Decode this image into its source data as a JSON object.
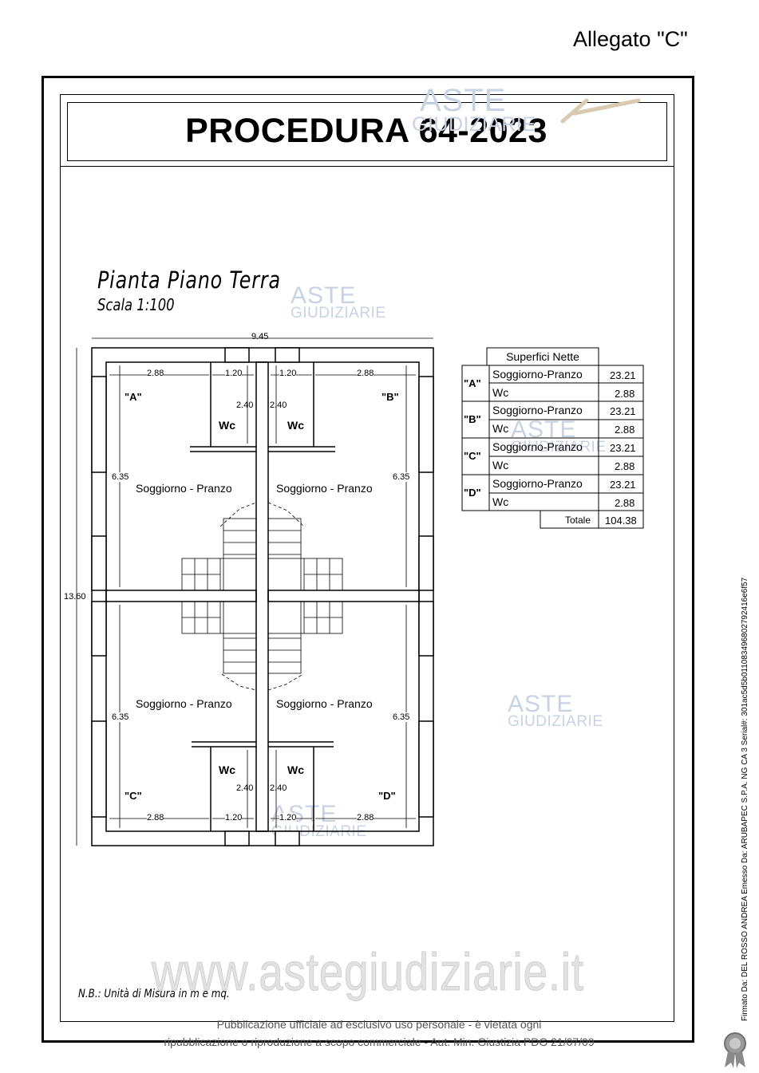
{
  "header": {
    "allegato": "Allegato \"C\""
  },
  "title": "PROCEDURA 64-2023",
  "plan": {
    "title": "Pianta Piano Terra",
    "scale": "Scala 1:100",
    "dim_total_width": "9.45",
    "dim_total_height": "13.60",
    "dim_room_width": "2.88",
    "dim_wc_width": "1.20",
    "dim_wc_depth": "2.40",
    "dim_room_height": "6.35",
    "room_label": "Soggiorno - Pranzo",
    "wc_label": "Wc",
    "unit_a": "\"A\"",
    "unit_b": "\"B\"",
    "unit_c": "\"C\"",
    "unit_d": "\"D\""
  },
  "table": {
    "header": "Superfici Nette",
    "units": [
      {
        "unit": "\"A\"",
        "rows": [
          {
            "name": "Soggiorno-Pranzo",
            "value": "23.21"
          },
          {
            "name": "Wc",
            "value": "2.88"
          }
        ]
      },
      {
        "unit": "\"B\"",
        "rows": [
          {
            "name": "Soggiorno-Pranzo",
            "value": "23.21"
          },
          {
            "name": "Wc",
            "value": "2.88"
          }
        ]
      },
      {
        "unit": "\"C\"",
        "rows": [
          {
            "name": "Soggiorno-Pranzo",
            "value": "23.21"
          },
          {
            "name": "Wc",
            "value": "2.88"
          }
        ]
      },
      {
        "unit": "\"D\"",
        "rows": [
          {
            "name": "Soggiorno-Pranzo",
            "value": "23.21"
          },
          {
            "name": "Wc",
            "value": "2.88"
          }
        ]
      }
    ],
    "total_label": "Totale",
    "total_value": "104.38"
  },
  "note": "N.B.: Unità di Misura in m e mq.",
  "footer": {
    "line1": "Pubblicazione ufficiale ad esclusivo uso personale - è vietata ogni",
    "line2": "ripubblicazione o riproduzione a scopo commerciale - Aut. Min. Giustizia PDG 21/07/09"
  },
  "signature": "Firmato Da: DEL ROSSO ANDREA Emesso Da: ARUBAPEC S.P.A. NG CA 3 Serial#: 301ac5d5b011083496802792416e6f57",
  "watermark": {
    "line1": "ASTE",
    "line2": "GIUDIZIARIE",
    "url": "www.astegiudiziarie.it"
  }
}
